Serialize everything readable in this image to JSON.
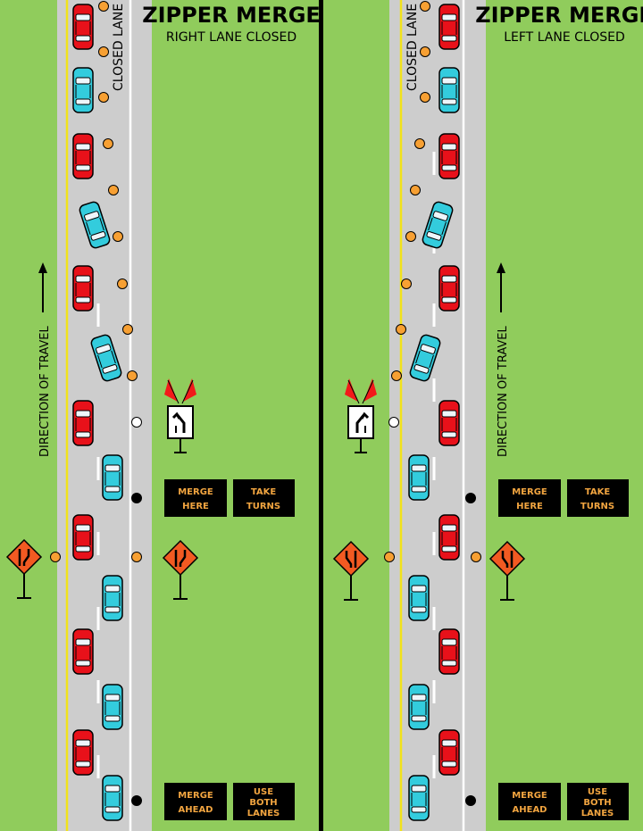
{
  "left_panel": {
    "title": "ZIPPER MERGE",
    "subtitle": "RIGHT LANE CLOSED",
    "closed_lane_label": "CLOSED LANE",
    "direction_label": "DIRECTION OF TRAVEL",
    "boards": {
      "merge_here": [
        "MERGE",
        "HERE"
      ],
      "take_turns": [
        "TAKE",
        "TURNS"
      ],
      "merge_ahead": [
        "MERGE",
        "AHEAD"
      ],
      "use_both_lanes": [
        "USE",
        "BOTH",
        "LANES"
      ]
    }
  },
  "right_panel": {
    "title": "ZIPPER MERGE",
    "subtitle": "LEFT LANE CLOSED",
    "closed_lane_label": "CLOSED LANE",
    "direction_label": "DIRECTION OF TRAVEL",
    "boards": {
      "merge_here": [
        "MERGE",
        "HERE"
      ],
      "take_turns": [
        "TAKE",
        "TURNS"
      ],
      "merge_ahead": [
        "MERGE",
        "AHEAD"
      ],
      "use_both_lanes": [
        "USE",
        "BOTH",
        "LANES"
      ]
    }
  },
  "colors": {
    "grass": "#90cc5c",
    "road": "#cdcdcd",
    "center_line": "#f2e21a",
    "divider": "#000000",
    "car_red": "#e8111a",
    "car_cyan": "#33ccdd",
    "cone": "#f7a033",
    "sign_orange": "#f25a22",
    "flag_red": "#f21a1a",
    "board": "#000000",
    "board_text": "#f2a540"
  },
  "icons": [
    "lane-merge-warning-sign-icon",
    "keep-left-arrow-sign-icon",
    "keep-right-arrow-sign-icon",
    "warning-flag-icon",
    "direction-arrow-icon"
  ]
}
